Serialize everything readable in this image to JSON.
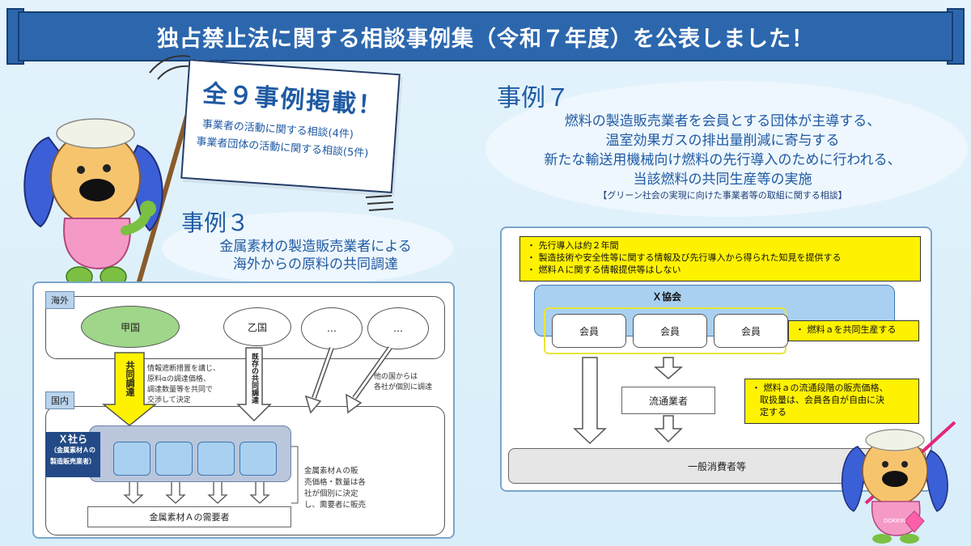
{
  "banner": {
    "title": "独占禁止法に関する相談事例集（令和７年度）を公表しました！"
  },
  "flag": {
    "headline": "全９事例掲載！",
    "line1": "事業者の活動に関する相談(4件)",
    "line2": "事業者団体の活動に関する相談(5件)"
  },
  "case3": {
    "title": "事例３",
    "subtitle_line1": "金属素材の製造販売業者による",
    "subtitle_line2": "海外からの原料の共同調達",
    "diagram": {
      "overseas_tag": "海外",
      "domestic_tag": "国内",
      "country_a": "甲国",
      "country_b": "乙国",
      "ellipsis1": "…",
      "ellipsis2": "…",
      "arrow_joint_label": "共同調達",
      "arrow_existing_label": "既存の共同調達",
      "note_info_block": [
        "情報遮断措置を講じ、",
        "原料αの調達価格、",
        "調達数量等を共同で",
        "交渉して決定"
      ],
      "note_other_countries": [
        "他の国からは",
        "各社が個別に調達"
      ],
      "company_group_label": [
        "Ｘ社ら",
        "（金属素材Ａの",
        "製造販売業者）"
      ],
      "demander_label": "金属素材Ａの需要者",
      "note_sales": [
        "金属素材Ａの販",
        "売価格・数量は各",
        "社が個別に決定",
        "し、需要者に販売"
      ]
    }
  },
  "case7": {
    "title": "事例７",
    "subtitle_lines": [
      "燃料の製造販売業者を会員とする団体が主導する、",
      "温室効果ガスの排出量削減に寄与する",
      "新たな輸送用機械向け燃料の先行導入のために行われる、",
      "当該燃料の共同生産等の実施"
    ],
    "category": "【グリーン社会の実現に向けた事業者等の取組に関する相談】",
    "diagram": {
      "notes_top": [
        "・ 先行導入は約２年間",
        "・ 製造技術や安全性等に関する情報及び先行導入から得られた知見を提供する",
        "・ 燃料Ａに関する情報提供等はしない"
      ],
      "association_label": "Ｘ協会",
      "members": [
        "会員",
        "会員",
        "会員"
      ],
      "joint_production_note": "・ 燃料ａを共同生産する",
      "distributor_label": "流通業者",
      "distribution_note": [
        "・ 燃料ａの流通段階の販売価格、",
        "取扱量は、会員各自が自由に決",
        "定する"
      ],
      "consumer_label": "一般消費者等"
    }
  },
  "mascot_tag": "DOKKIN",
  "colors": {
    "banner": "#2c67ad",
    "accent_text": "#1f5aa3",
    "yellow": "#fff200",
    "green_node": "#9fd68a",
    "light_blue": "#a9d0f0"
  }
}
